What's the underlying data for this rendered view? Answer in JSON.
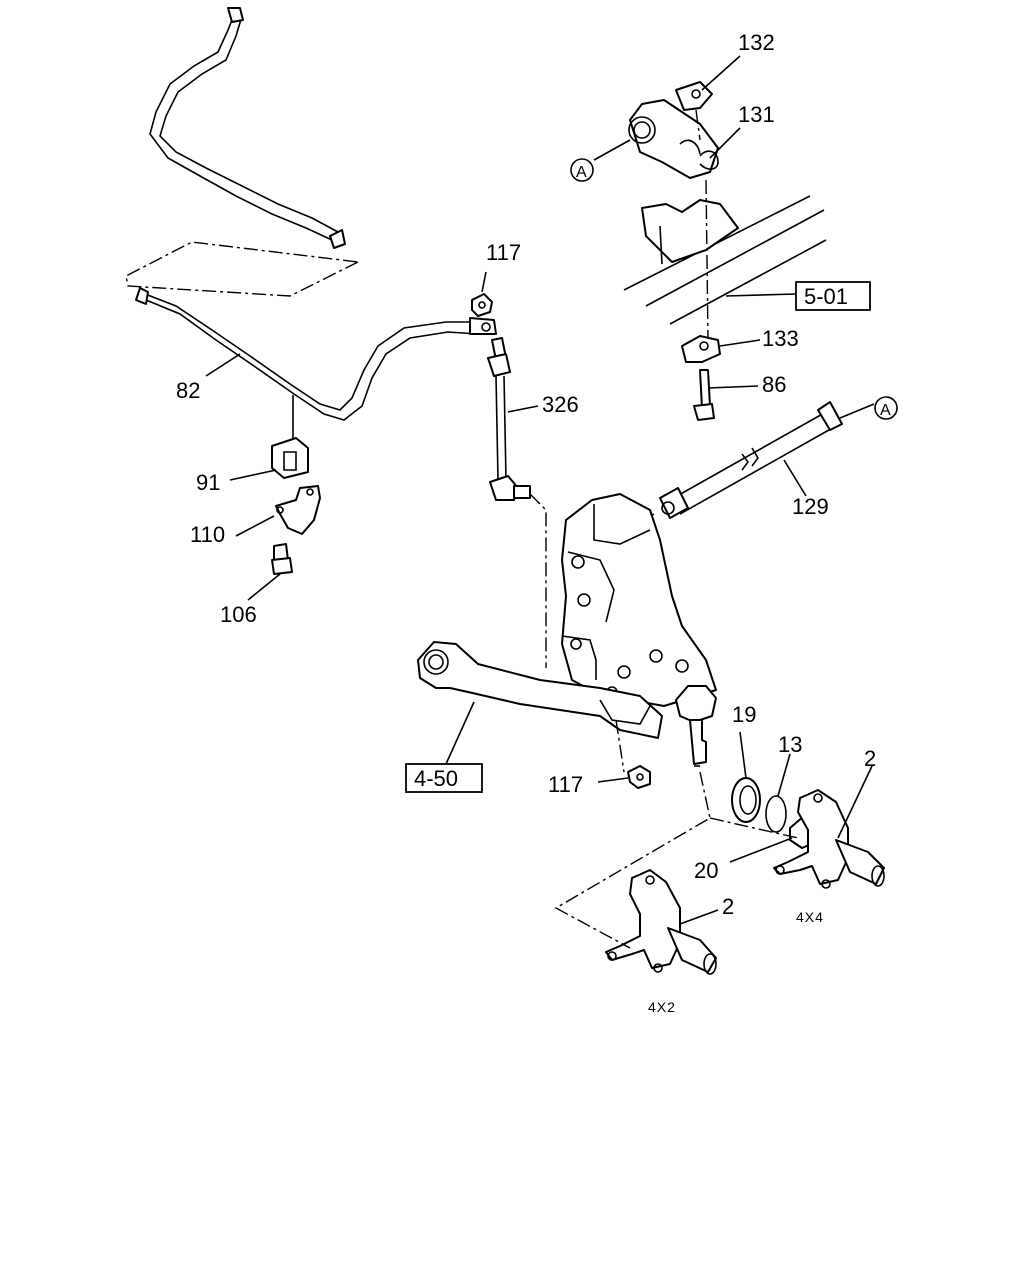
{
  "callouts": {
    "c132": "132",
    "c131": "131",
    "c117a": "117",
    "c501": "5-01",
    "c133": "133",
    "c86": "86",
    "c326": "326",
    "c82": "82",
    "c91": "91",
    "c110": "110",
    "c106": "106",
    "c129": "129",
    "c450": "4-50",
    "c19": "19",
    "c13": "13",
    "c2a": "2",
    "c117b": "117",
    "c20": "20",
    "c2b": "2",
    "refA1": "A",
    "refA2": "A"
  },
  "variants": {
    "v4x4": "4X4",
    "v4x2": "4X2"
  }
}
